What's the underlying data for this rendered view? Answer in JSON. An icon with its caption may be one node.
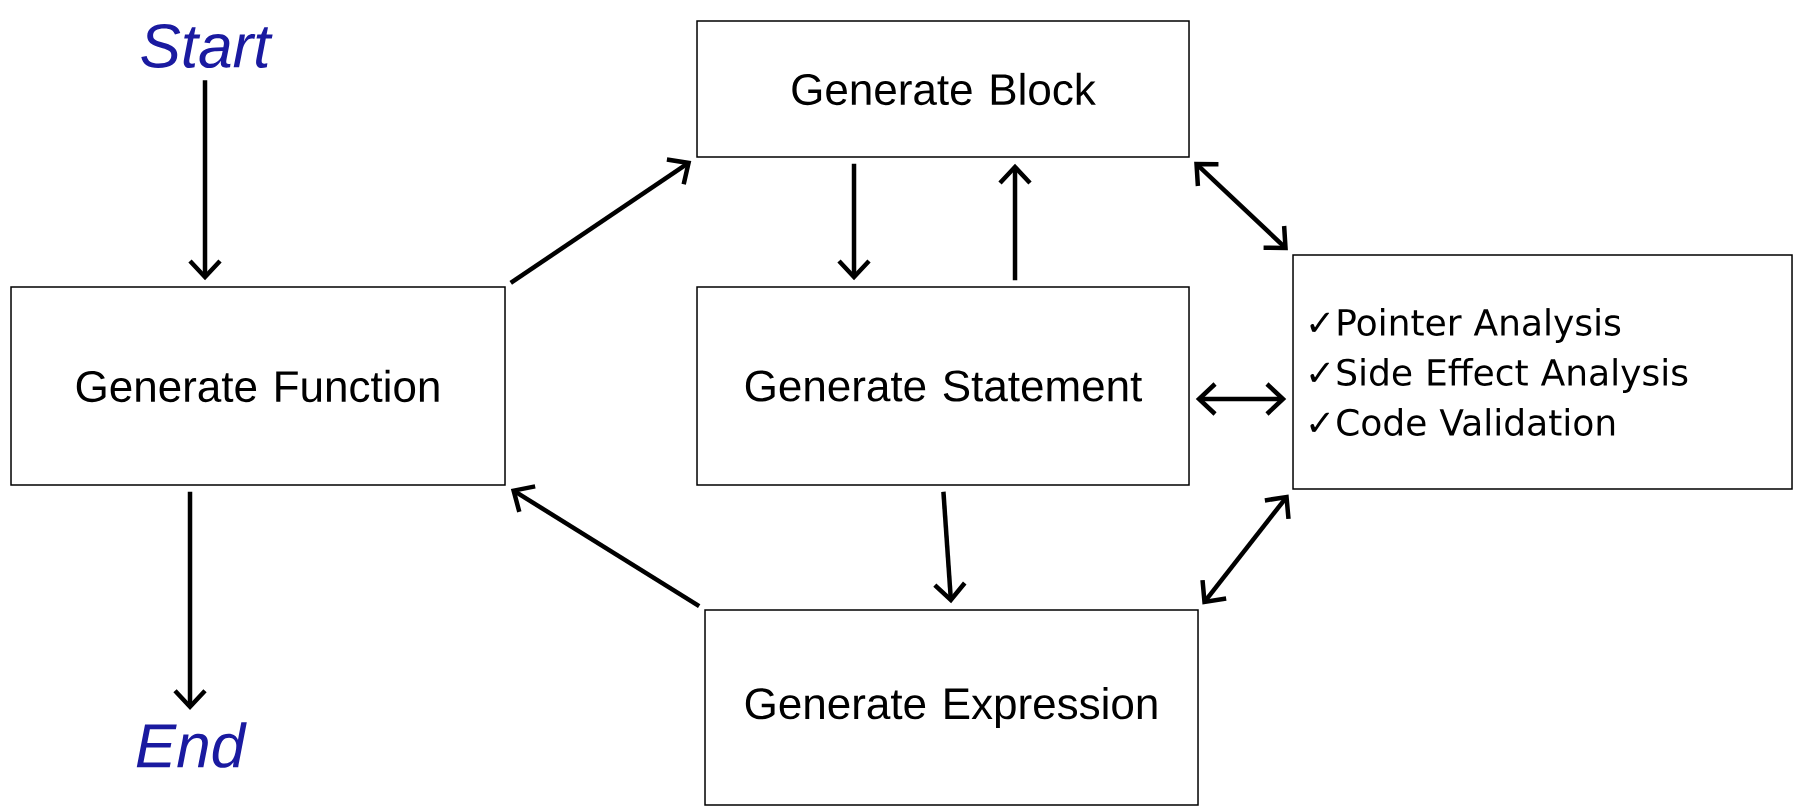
{
  "diagram": {
    "nodes": [
      {
        "text": [
          "Start"
        ]
      },
      {
        "text": [
          "Generate Block"
        ]
      },
      {
        "text": [
          "Generate Function"
        ]
      },
      {
        "text": [
          "Generate Statement"
        ]
      },
      {
        "text": [
          "✓Pointer Analysis",
          "✓Side Effect Analysis",
          "✓Code Validation"
        ]
      },
      {
        "text": [
          "Generate Expression"
        ]
      },
      {
        "text": [
          "End"
        ]
      }
    ],
    "edges": [
      {
        "from": 0,
        "to": 2,
        "arrow": "to"
      },
      {
        "from": 2,
        "to": 6,
        "arrow": "to"
      },
      {
        "from": 2,
        "to": 1,
        "arrow": "to"
      },
      {
        "from": 1,
        "to": 3,
        "arrow": "to"
      },
      {
        "from": 3,
        "to": 1,
        "arrow": "to"
      },
      {
        "from": 1,
        "to": 4,
        "arrow": "both"
      },
      {
        "from": 3,
        "to": 4,
        "arrow": "both"
      },
      {
        "from": 5,
        "to": 4,
        "arrow": "both"
      },
      {
        "from": 3,
        "to": 5,
        "arrow": "to"
      },
      {
        "from": 5,
        "to": 2,
        "arrow": "to"
      }
    ]
  }
}
